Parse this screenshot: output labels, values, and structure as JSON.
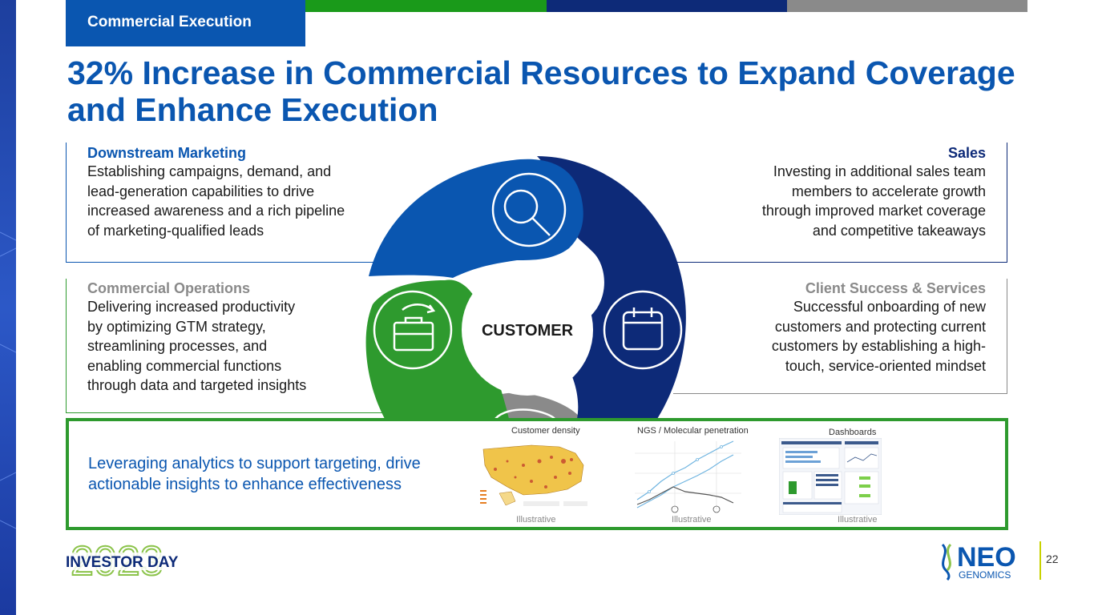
{
  "header": {
    "section_tab": "Commercial Execution",
    "stripe_colors": [
      "#0a56b0",
      "#1a9a1a",
      "#0d2a78",
      "#8a8a8a"
    ]
  },
  "title": {
    "line1": "32% Increase in Commercial Resources to Expand Coverage",
    "line2": "and Enhance Execution"
  },
  "quadrants": {
    "downstream_marketing": {
      "heading": "Downstream Marketing",
      "lines": [
        "Establishing campaigns, demand, and",
        "lead-generation capabilities to drive",
        "increased awareness and a rich pipeline",
        "of marketing-qualified leads"
      ],
      "color": "#0a56b0"
    },
    "sales": {
      "heading": "Sales",
      "lines": [
        "Investing in additional sales team",
        "members to accelerate growth",
        "through improved market coverage",
        "and competitive takeaways"
      ],
      "color": "#0d2a78"
    },
    "commercial_operations": {
      "heading": "Commercial Operations",
      "lines": [
        "Delivering increased productivity",
        "by optimizing GTM strategy,",
        "streamlining  processes, and",
        "enabling commercial functions",
        "through data and targeted insights"
      ],
      "color": "#8a8a8a"
    },
    "client_success": {
      "heading": "Client Success & Services",
      "lines": [
        "Successful onboarding of new",
        "customers and protecting current",
        "customers by establishing a high-",
        "touch, service-oriented mindset"
      ],
      "color": "#8a8a8a"
    }
  },
  "cycle": {
    "center_label": "CUSTOMER",
    "segment_colors": {
      "top": "#0a56b0",
      "right": "#0d2a78",
      "left": "#2e9a2e",
      "bottom": "#8a8a8a"
    },
    "icons": [
      "magnifier-icon",
      "calendar-icon",
      "briefcase-icon"
    ]
  },
  "analytics": {
    "text_line1": "Leveraging analytics to support targeting, drive",
    "text_line2": "actionable insights to enhance effectiveness",
    "thumbnails": [
      {
        "title": "Customer density",
        "caption": "Illustrative"
      },
      {
        "title": "NGS / Molecular penetration",
        "caption": "Illustrative"
      },
      {
        "title": "Dashboards",
        "caption": "Illustrative"
      }
    ]
  },
  "footer": {
    "event_year": "2023",
    "event_name": "INVESTOR DAY",
    "company_top": "NEO",
    "company_bottom": "GENOMICS",
    "page_number": "22"
  }
}
